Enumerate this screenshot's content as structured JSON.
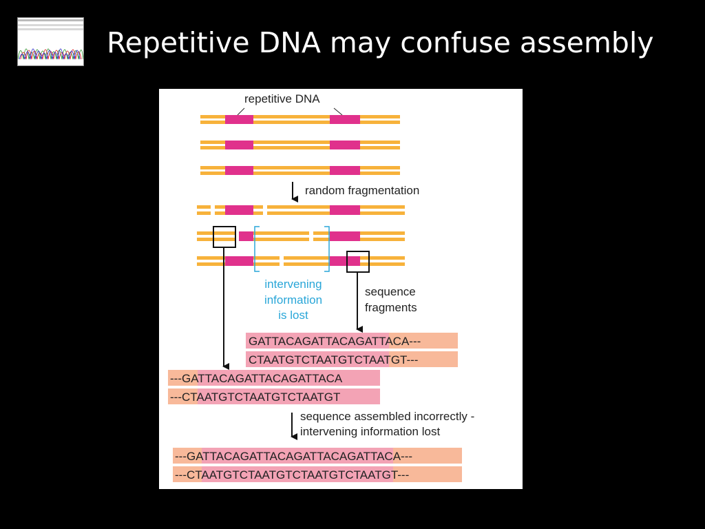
{
  "slide": {
    "title": "Repetitive DNA may confuse assembly"
  },
  "diagram": {
    "repetitive_label": "repetitive DNA",
    "step1_label": "random fragmentation",
    "lost_label": [
      "intervening",
      "information",
      "is lost"
    ],
    "fragments_label": [
      "sequence",
      "fragments"
    ],
    "seq_right": [
      "GATTACAGATTACAGATTACA---",
      "CTAATGTCTAATGTCTAATGT---"
    ],
    "seq_left": [
      "---GATTACAGATTACAGATTACA",
      "---CTAATGTCTAATGTCTAATGT"
    ],
    "step2_label": [
      "sequence assembled incorrectly -",
      "intervening information lost"
    ],
    "seq_final": [
      "---GATTACAGATTACAGATTACAGATTACA---",
      "---CTAATGTCTAATGTCTAATGTCTAATGT---"
    ],
    "colors": {
      "dna": "#f7b23b",
      "repeat": "#e0318c",
      "seq_bg": "#f8b99a",
      "seq_repeat_bg": "#f3a3b5",
      "lost": "#29a6d8"
    }
  }
}
